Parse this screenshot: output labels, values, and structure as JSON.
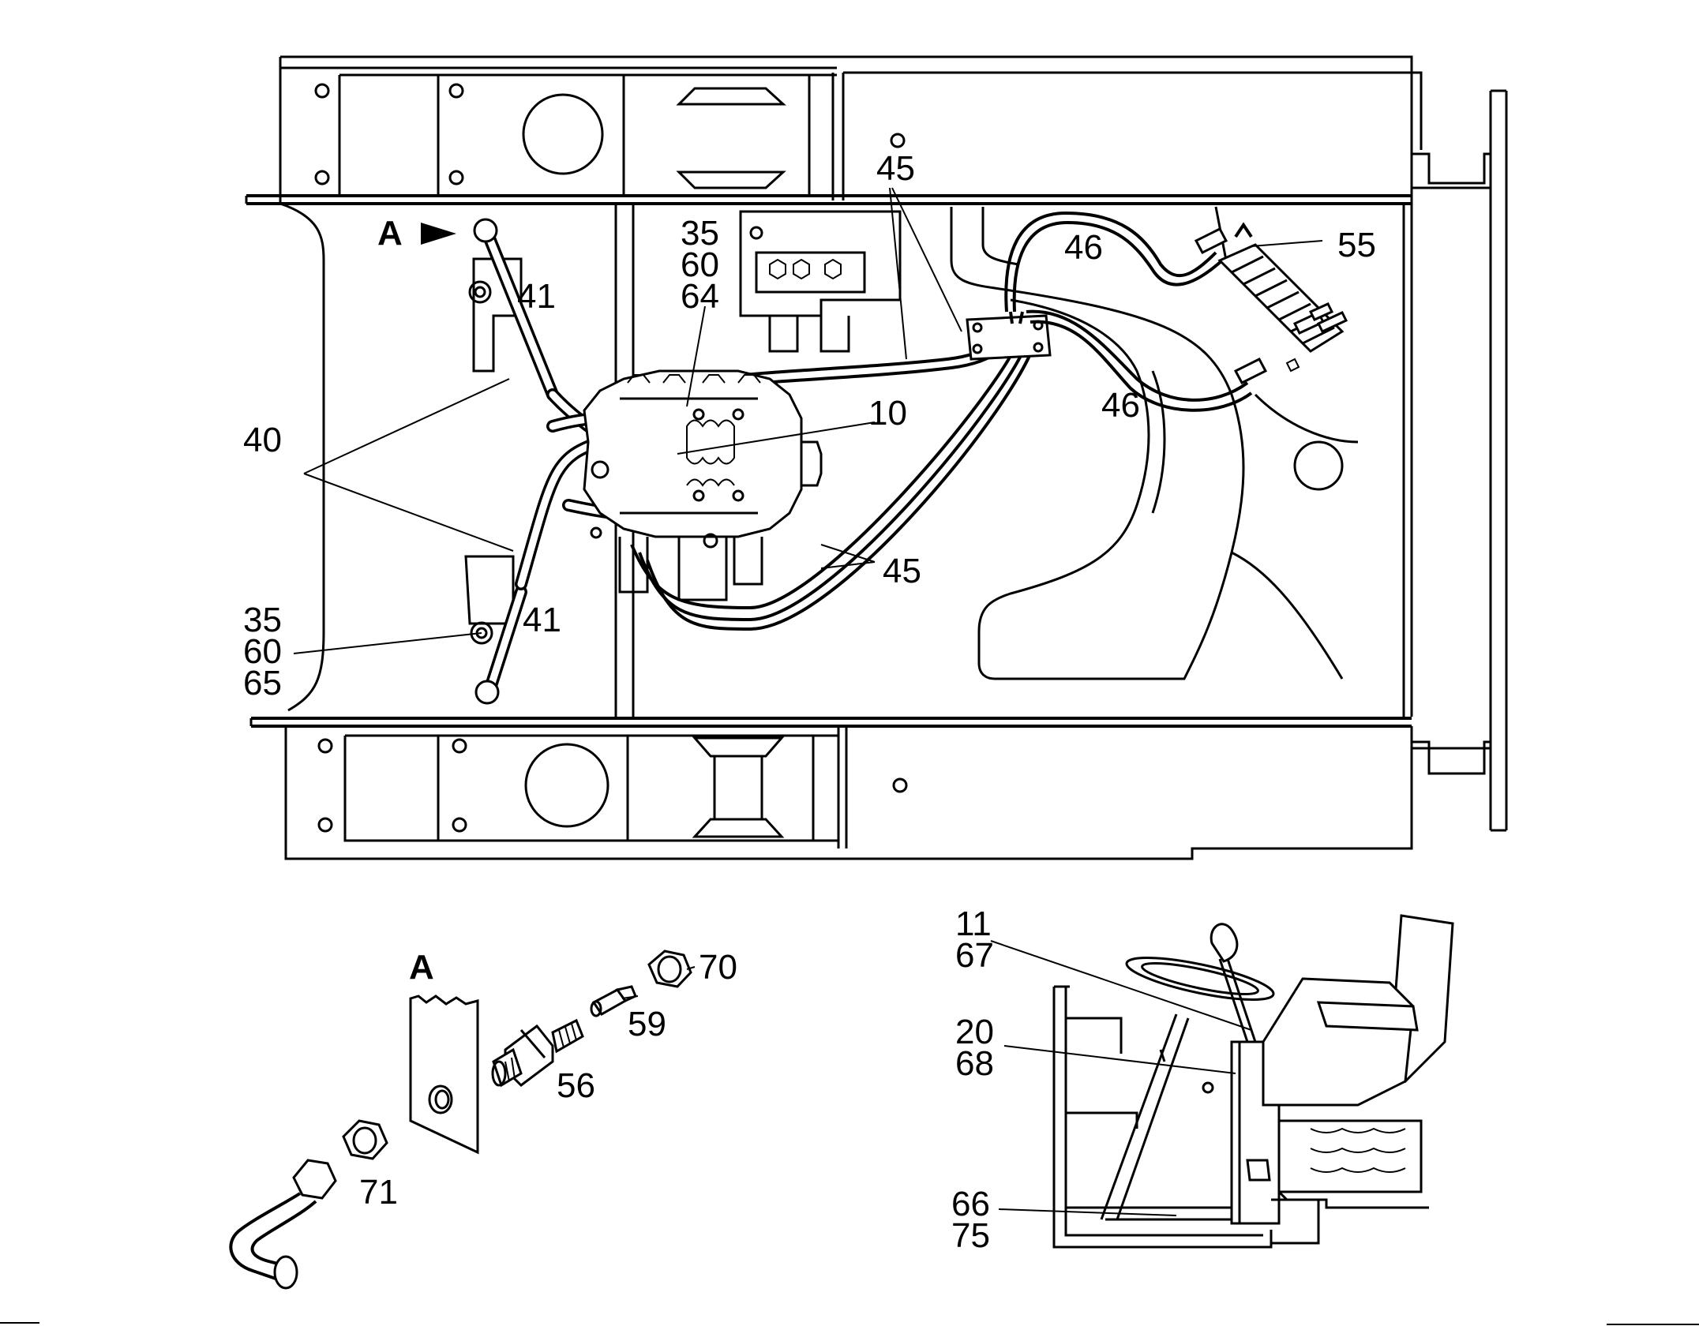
{
  "diagram": {
    "main_view": {
      "view_marker": "A",
      "callouts": {
        "c45_top": "45",
        "c46_top": "46",
        "c55": "55",
        "c35_top": "35",
        "c60_top": "60",
        "c64": "64",
        "c41_top": "41",
        "c40": "40",
        "c10": "10",
        "c46_right": "46",
        "c45_bottom": "45",
        "c41_bottom": "41",
        "c35_bottom": "35",
        "c60_bottom": "60",
        "c65": "65"
      }
    },
    "detail_a": {
      "title": "A",
      "callouts": {
        "c70": "70",
        "c59": "59",
        "c56": "56",
        "c71": "71"
      }
    },
    "cab_view": {
      "callouts": {
        "c11": "11",
        "c67": "67",
        "c20": "20",
        "c68": "68",
        "c66": "66",
        "c75": "75"
      }
    }
  }
}
